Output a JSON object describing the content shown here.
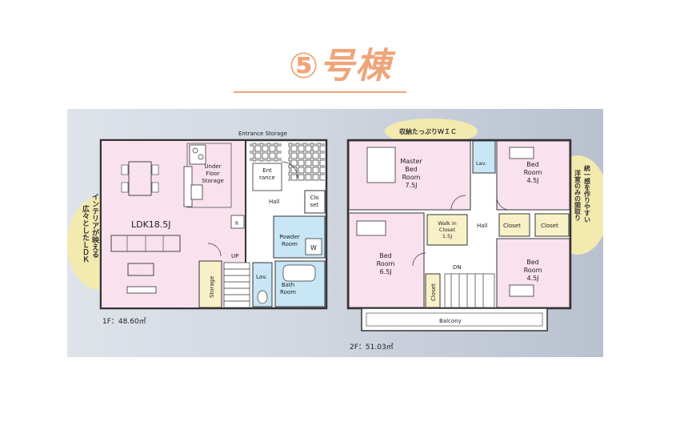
{
  "title": "⑤号棟",
  "colors": {
    "title": "#f0a47a",
    "room_pink": "#f9e1ee",
    "water_blue": "#c8e6f5",
    "floor_gray": "#ffffff",
    "frame_blue": "#b4bccb",
    "highlight_yellow": "#f3eab0"
  },
  "floor1": {
    "area": "1F：48.60㎡",
    "callout": "インテリアが映える広々としたＬＤＫ",
    "callout_lines": [
      "インテリアが映える",
      "広々としたＬＤＫ"
    ],
    "rooms": {
      "ldk": "LDK18.5J",
      "under_floor": "Under\nFloor\nStorage",
      "entrance_storage": "Entrance Storage",
      "entrance": "Ent\nrance",
      "hall": "Hall",
      "closet": "Clo\nset",
      "powder": "Powder\nRoom",
      "w": "W",
      "lav": "Lav.",
      "bath": "Bath\nRoom",
      "storage": "Storage",
      "up": "UP",
      "r": "R"
    }
  },
  "floor2": {
    "area": "2F：51.03㎡",
    "callout_top": "収納たっぷりＷＩＣ",
    "callout_right": "統一感を作りやすい洋室のみの間取り",
    "callout_right_lines": [
      "統一感を作りやすい",
      "洋室のみの間取り"
    ],
    "rooms": {
      "master": "Master\nBed\nRoom\n7.5J",
      "bed1": "Bed\nRoom\n6.5J",
      "bed2": "Bed\nRoom\n4.5J",
      "bed3": "Bed\nRoom\n4.5J",
      "wic": "Walk in\nCloset\n1.5J",
      "hall": "Hall",
      "lav": "Lav.",
      "closet_a": "Closet",
      "closet_b": "Closet",
      "closet_c": "Closet",
      "dn": "DN",
      "balcony": "Balcony"
    }
  }
}
